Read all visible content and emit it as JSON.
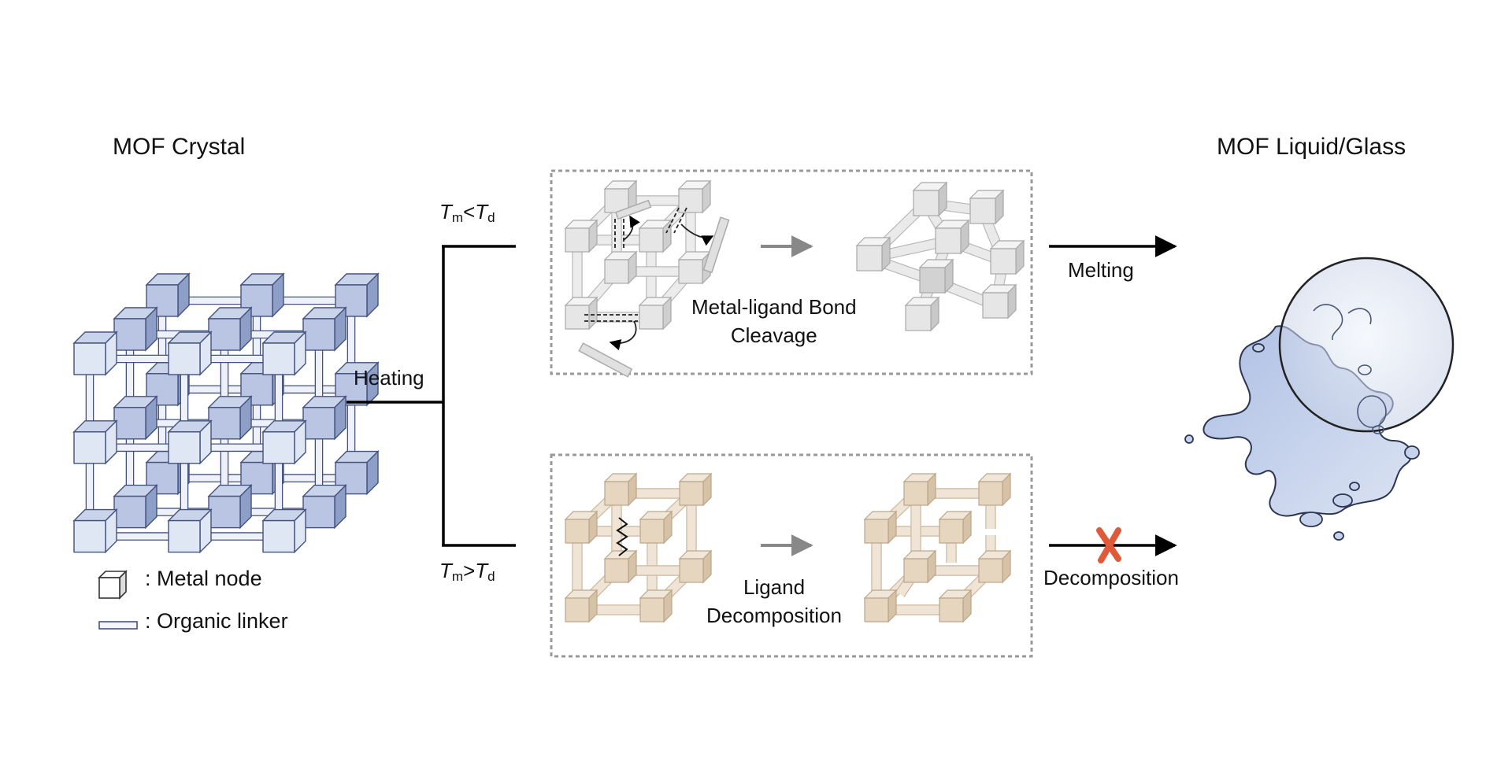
{
  "titles": {
    "crystal": "MOF Crystal",
    "liquid": "MOF Liquid/Glass"
  },
  "labels": {
    "heating": "Heating",
    "melting": "Melting",
    "decomposition": "Decomposition",
    "bond_cleavage_line1": "Metal-ligand Bond",
    "bond_cleavage_line2": "Cleavage",
    "ligand_decomp_line1": "Ligand",
    "ligand_decomp_line2": "Decomposition"
  },
  "conditions": {
    "upper": {
      "t1": "T",
      "s1": "m",
      "op": "<",
      "t2": "T",
      "s2": "d"
    },
    "lower": {
      "t1": "T",
      "s1": "m",
      "op": ">",
      "t2": "T",
      "s2": "d"
    }
  },
  "legend": {
    "metal_node": ": Metal node",
    "organic_linker": ": Organic linker"
  },
  "colors": {
    "crystal_node": "#dfe6f4",
    "crystal_node_dark": "#8d9ec7",
    "crystal_outline": "#44527e",
    "grey_node": "#e6e6e6",
    "beige_node": "#e6d5bf",
    "liquid_fill": "#c8d5ee",
    "cross_mark": "#e05a3a",
    "arrow_grey": "#888888"
  }
}
